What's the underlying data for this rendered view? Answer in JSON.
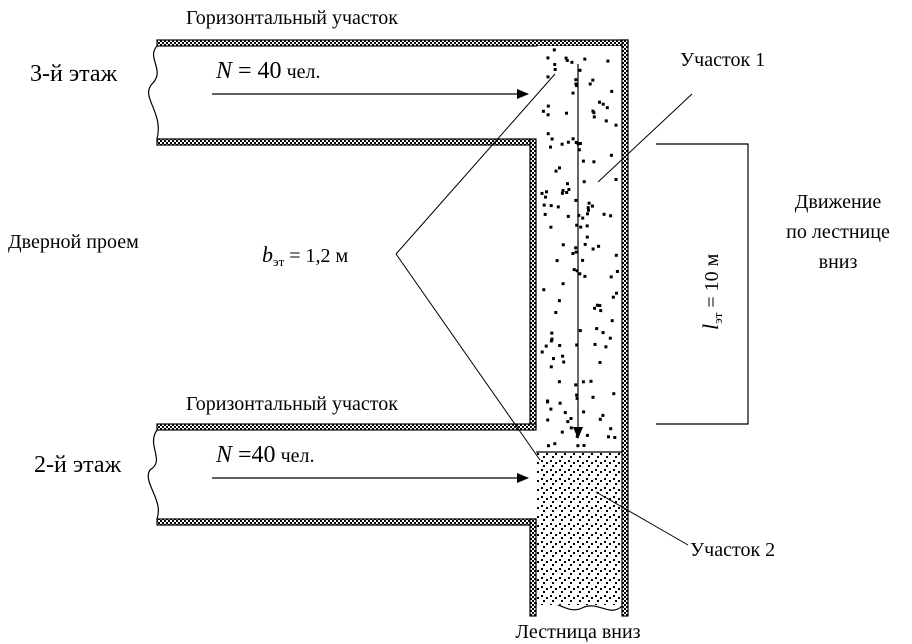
{
  "labels": {
    "horizontal_top": "Горизонтальный участок",
    "horizontal_bottom": "Горизонтальный участок",
    "floor3": "3-й этаж",
    "floor2": "2-й этаж",
    "flow_top_sym": "N",
    "flow_top_val": " = 40",
    "flow_top_unit": " чел.",
    "flow_bottom_sym": "N",
    "flow_bottom_val": " =40",
    "flow_bottom_unit": " чел.",
    "section1": "Участок 1",
    "section2": "Участок 2",
    "doorway": "Дверной проем",
    "width_sym": "b",
    "width_sub": "эт",
    "width_val": " = 1,2 м",
    "length_sym": "l",
    "length_sub": "эт",
    "length_val": " = 10 м",
    "movement_line1": "Движение",
    "movement_line2": "по лестнице",
    "movement_line3": "вниз",
    "stairs_down": "Лестница вниз"
  }
}
